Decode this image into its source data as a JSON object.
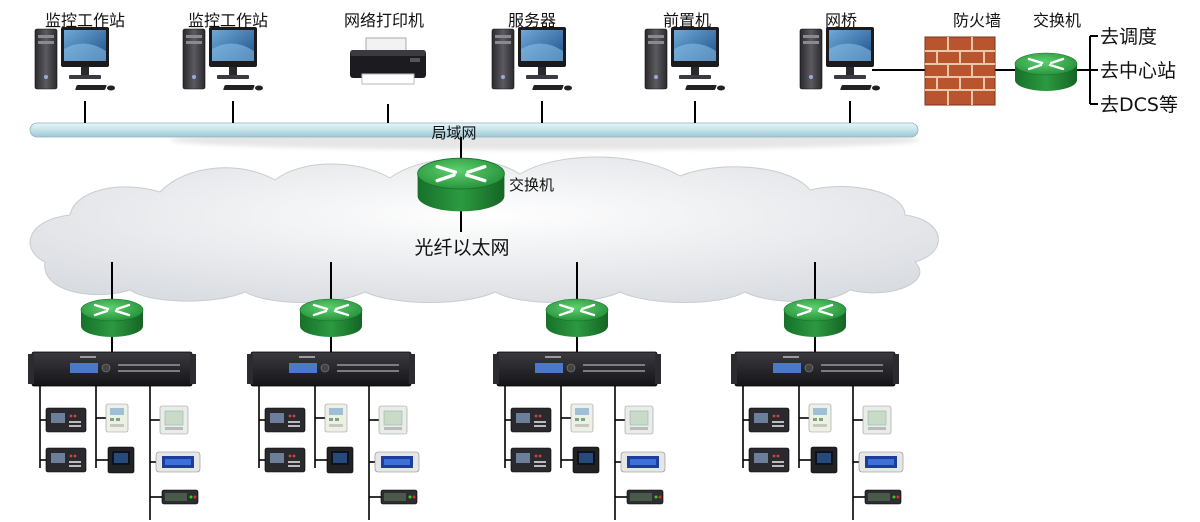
{
  "top_devices": [
    {
      "kind": "pc",
      "label": "监控工作站"
    },
    {
      "kind": "pc",
      "label": "监控工作站"
    },
    {
      "kind": "printer",
      "label": "网络打印机"
    },
    {
      "kind": "pc",
      "label": "服务器"
    },
    {
      "kind": "pc",
      "label": "前置机"
    },
    {
      "kind": "pc",
      "label": "网桥"
    },
    {
      "kind": "firewall",
      "label": "防火墙"
    },
    {
      "kind": "switch",
      "label": "交换机"
    }
  ],
  "lan_label": "局域网",
  "core_switch_label": "交换机",
  "cloud_label": "光纤以太网",
  "destinations": [
    "去调度",
    "去中心站",
    "去DCS等"
  ],
  "colors": {
    "lan_bus": "#cfe7ee",
    "switch_green": "#2fa344",
    "firewall_brick": "#b8552f",
    "rack": "#1f1f24",
    "rack_display": "#4b78c8"
  }
}
